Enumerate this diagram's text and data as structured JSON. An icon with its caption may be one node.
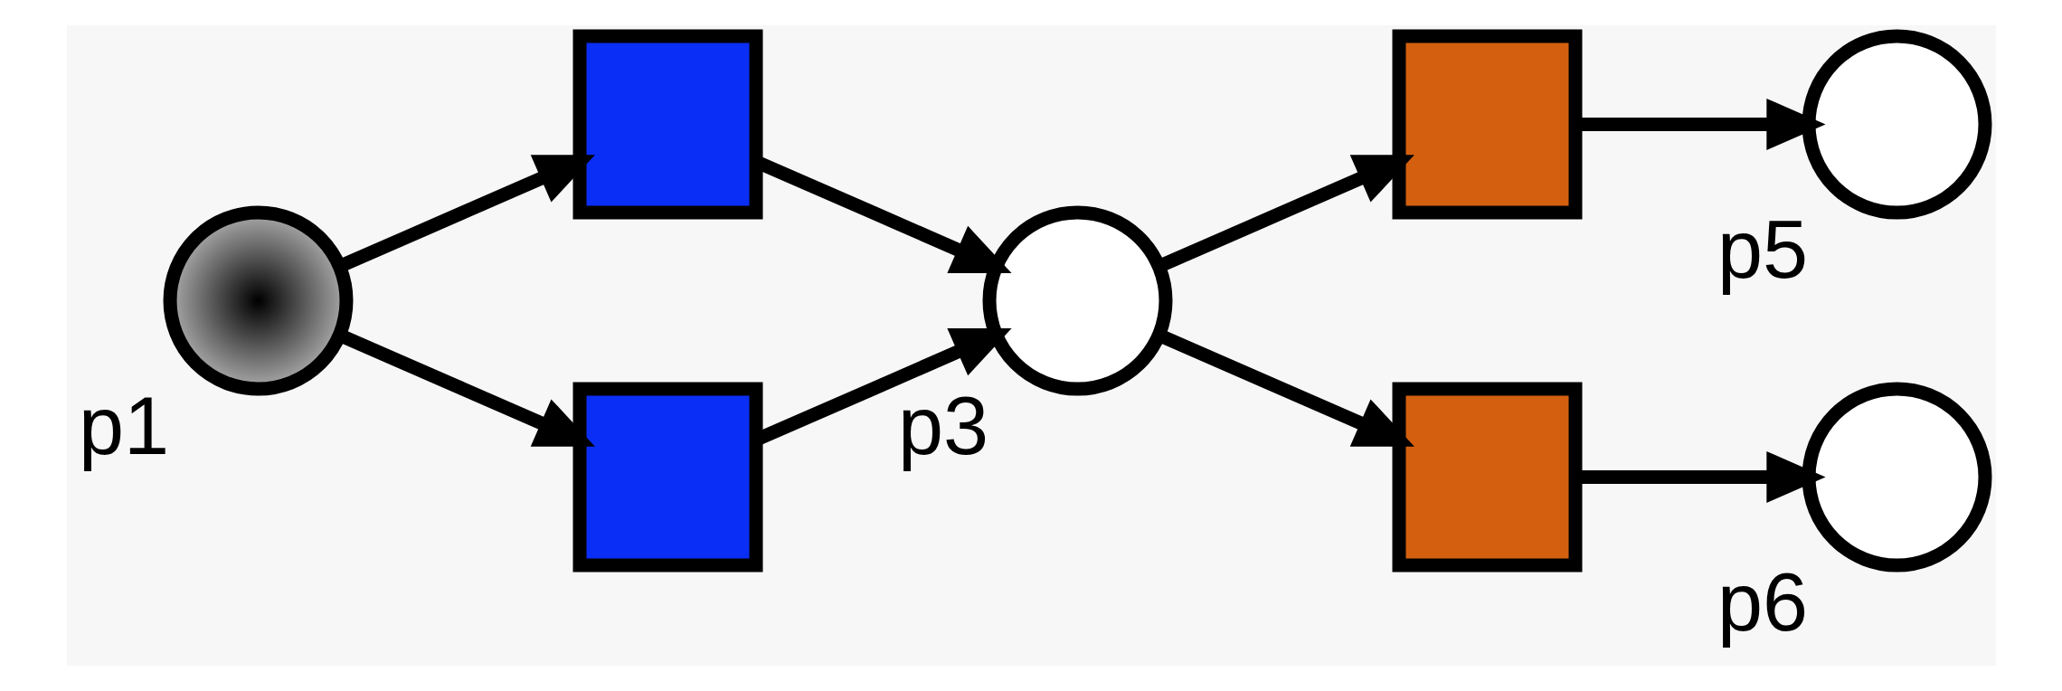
{
  "diagram": {
    "nodes": [
      {
        "text": [],
        "shape": "circle",
        "beside": [
          "p1"
        ]
      },
      {
        "text": [],
        "shape": "box"
      },
      {
        "text": [],
        "shape": "box"
      },
      {
        "text": [],
        "shape": "circle",
        "beside": [
          "p3"
        ]
      },
      {
        "text": [],
        "shape": "box"
      },
      {
        "text": [],
        "shape": "box"
      },
      {
        "text": [],
        "shape": "circle",
        "beside": [
          "p5"
        ]
      },
      {
        "text": [],
        "shape": "circle",
        "beside": [
          "p6"
        ]
      }
    ],
    "edges": [
      {
        "from": 0,
        "to": 1,
        "arrow": "to"
      },
      {
        "from": 0,
        "to": 2,
        "arrow": "to"
      },
      {
        "from": 1,
        "to": 3,
        "arrow": "to"
      },
      {
        "from": 2,
        "to": 3,
        "arrow": "to"
      },
      {
        "from": 3,
        "to": 4,
        "arrow": "to"
      },
      {
        "from": 3,
        "to": 5,
        "arrow": "to"
      },
      {
        "from": 4,
        "to": 6,
        "arrow": "to"
      },
      {
        "from": 5,
        "to": 7,
        "arrow": "to"
      }
    ]
  }
}
